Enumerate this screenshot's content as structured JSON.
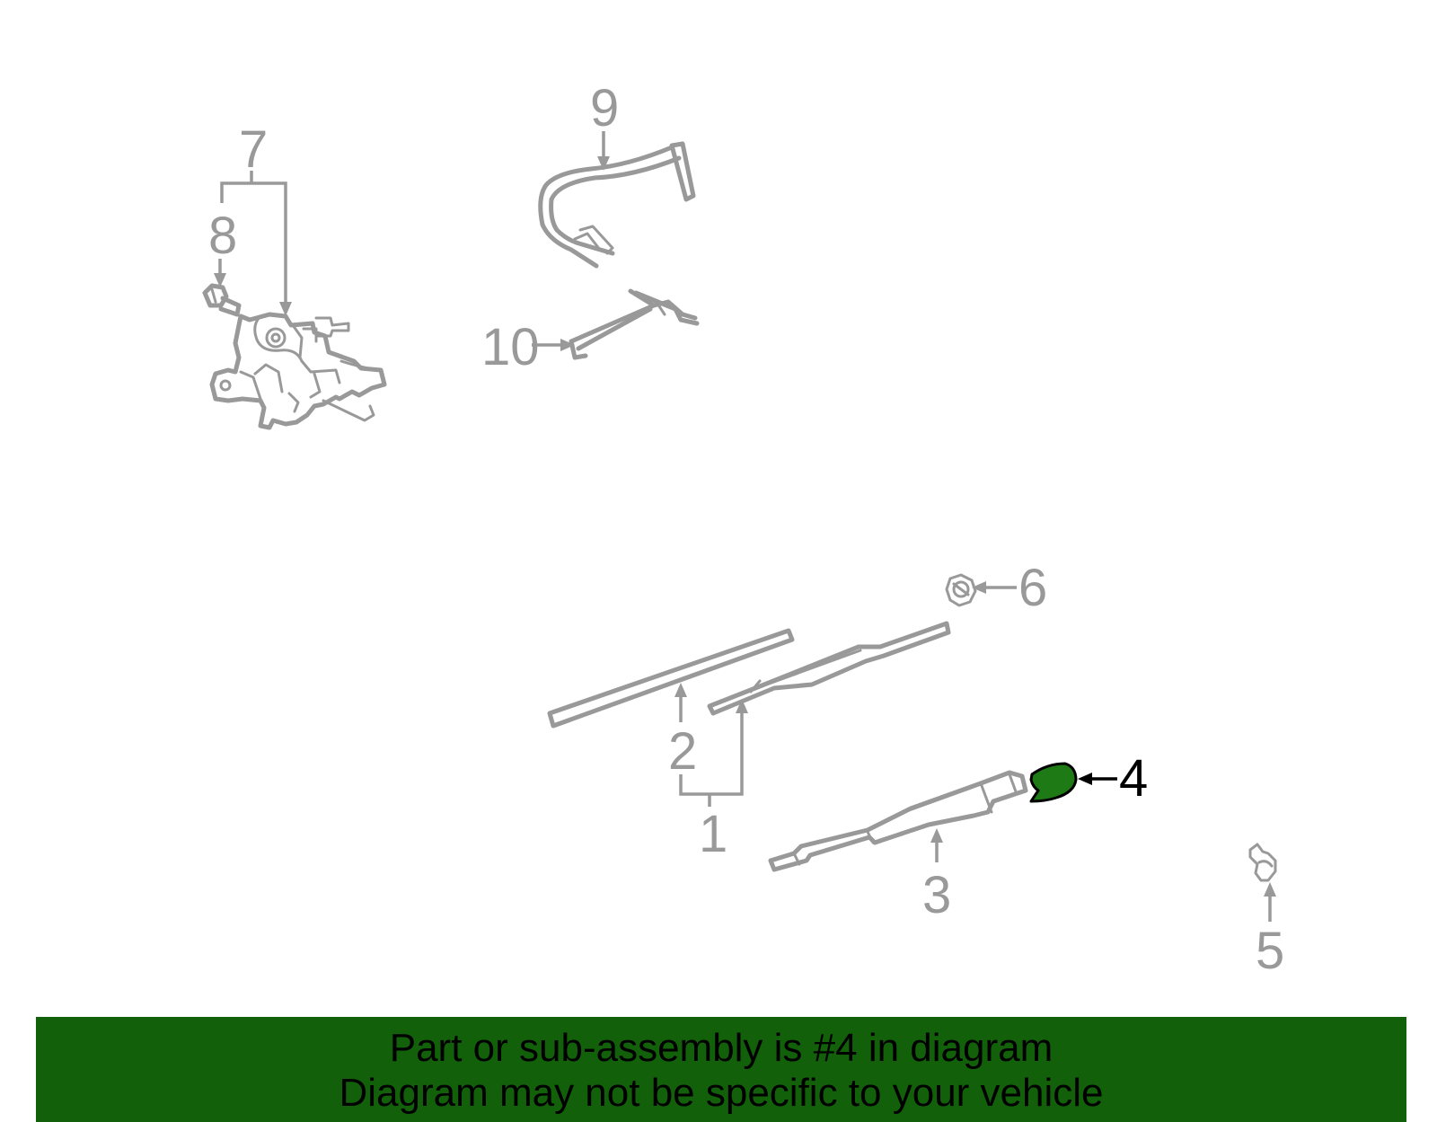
{
  "callouts": {
    "c1": "1",
    "c2": "2",
    "c3": "3",
    "c4": "4",
    "c5": "5",
    "c6": "6",
    "c7": "7",
    "c8": "8",
    "c9": "9",
    "c10": "10"
  },
  "highlighted_part": "4",
  "colors": {
    "part_stroke": "#999999",
    "highlight_fill": "#1e7a14",
    "banner_bg": "#12600a",
    "banner_text": "#000000"
  },
  "banner": {
    "line1": "Part or sub-assembly is #4 in diagram",
    "line2": "Diagram may not be specific to your vehicle"
  }
}
